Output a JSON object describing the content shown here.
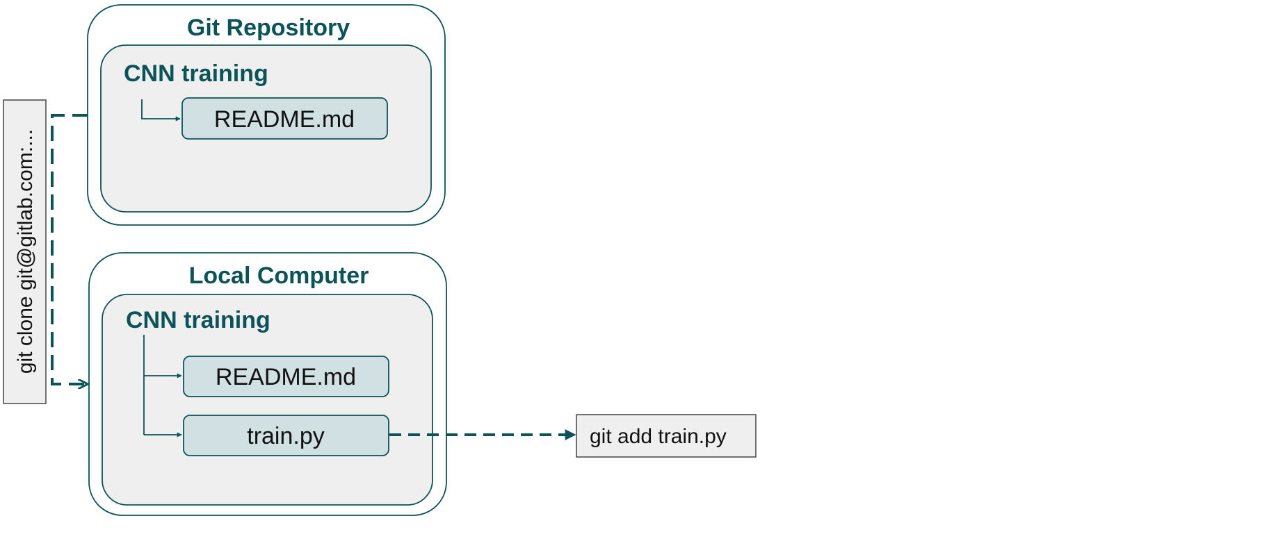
{
  "colors": {
    "accent": "#0b5358",
    "panel_fill": "#efefef",
    "file_fill": "#d1e0e3",
    "command_fill": "#efefef",
    "command_border": "#444444"
  },
  "git_repository": {
    "title": "Git Repository",
    "folder": {
      "title": "CNN training",
      "files": [
        "README.md"
      ]
    }
  },
  "local_computer": {
    "title": "Local Computer",
    "folder": {
      "title": "CNN training",
      "files": [
        "README.md",
        "train.py"
      ]
    }
  },
  "commands": {
    "clone": "git clone git@gitlab.com:...",
    "add": "git add train.py"
  }
}
